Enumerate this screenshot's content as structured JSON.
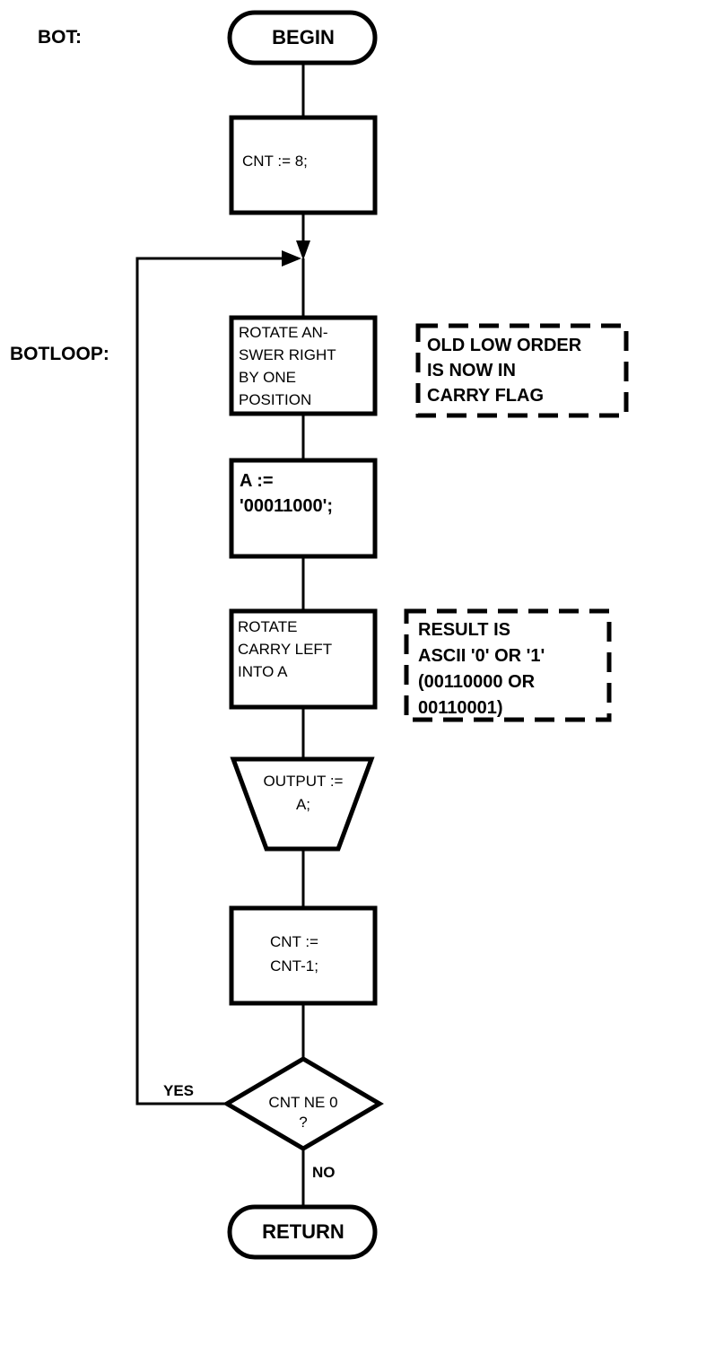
{
  "labels": {
    "bot": "BOT:",
    "botloop": "BOTLOOP:"
  },
  "nodes": {
    "begin": "BEGIN",
    "cnt_init": "CNT := 8;",
    "rotate_answer": "ROTATE AN-\nSWER RIGHT\nBY ONE\nPOSITION",
    "set_a": "A :=\n'00011000';",
    "rotate_carry": "ROTATE\nCARRY LEFT\nINTO A",
    "output": "OUTPUT :=\nA;",
    "decrement": "CNT :=\nCNT-1;",
    "decision": "CNT NE 0\n?",
    "return": "RETURN"
  },
  "comments": {
    "carry_note": "OLD LOW ORDER\nIS NOW IN\nCARRY FLAG",
    "result_note": "RESULT IS\nASCII '0' OR '1'\n(00110000 OR\n00110001)"
  },
  "edges": {
    "yes": "YES",
    "no": "NO"
  }
}
